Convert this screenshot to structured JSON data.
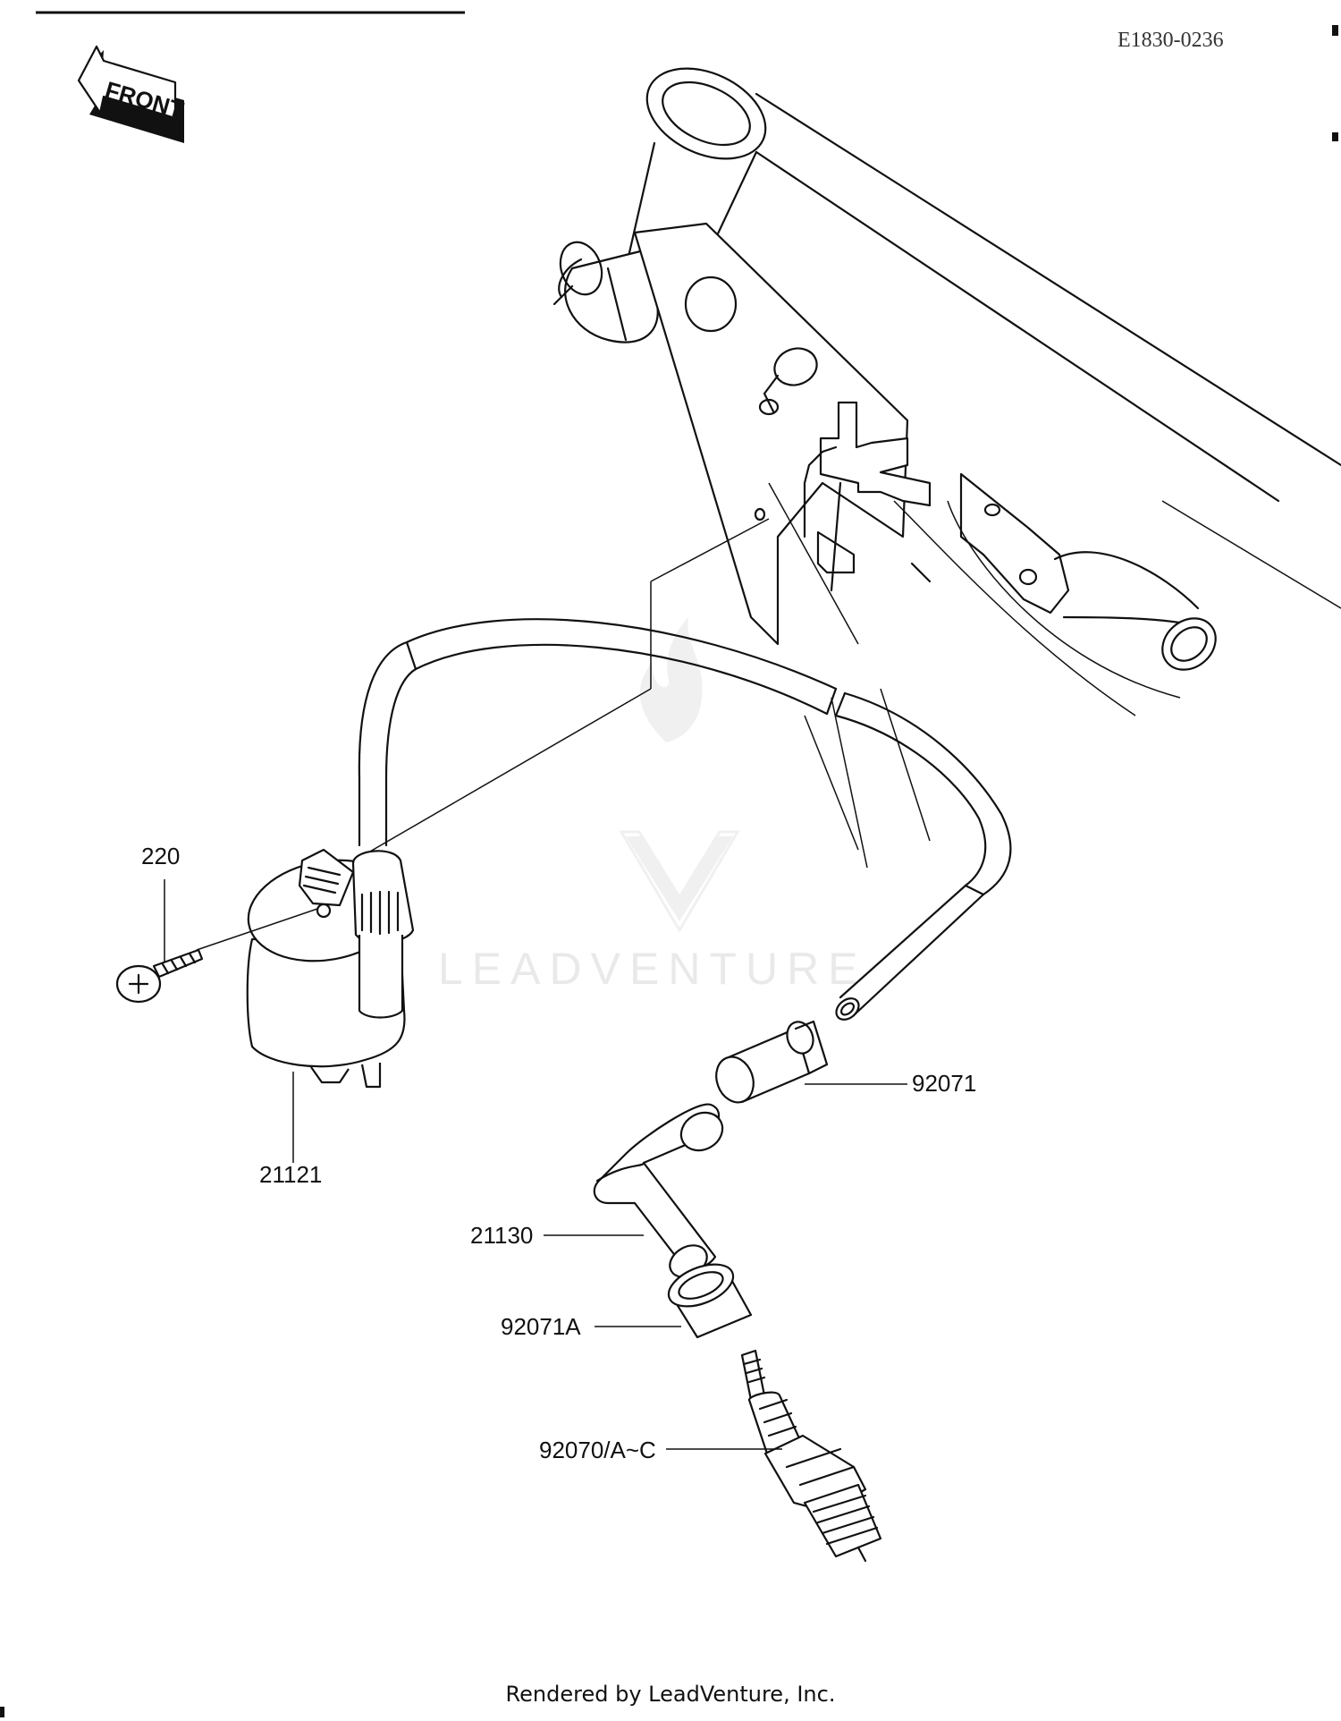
{
  "diagram": {
    "code": "E1830-0236",
    "front_label": "FRONT",
    "watermark": "LEADVENTURE",
    "footer": "Rendered by LeadVenture, Inc."
  },
  "parts": [
    {
      "id": "220"
    },
    {
      "id": "21121"
    },
    {
      "id": "92071"
    },
    {
      "id": "21130"
    },
    {
      "id": "92071A"
    },
    {
      "id": "92070/A~C"
    }
  ]
}
